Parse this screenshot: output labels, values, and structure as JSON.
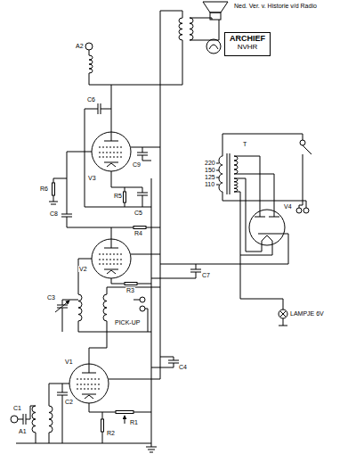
{
  "diagram": {
    "nodes": [
      {
        "text": [
          "ARCHIEF",
          "NVHR"
        ]
      }
    ],
    "labels": [
      "Ned. Ver. v. Historie v/d Radio",
      "A2",
      "C6",
      "V3",
      "C9",
      "R5",
      "C5",
      "R6",
      "C8",
      "R4",
      "V2",
      "R3",
      "C3",
      "PICK-UP",
      "C4",
      "V1",
      "C2",
      "R1",
      "R2",
      "C1",
      "A1",
      "T",
      "220",
      "150",
      "125",
      "110",
      "V4",
      "C7",
      "LAMPJE 6V"
    ]
  }
}
